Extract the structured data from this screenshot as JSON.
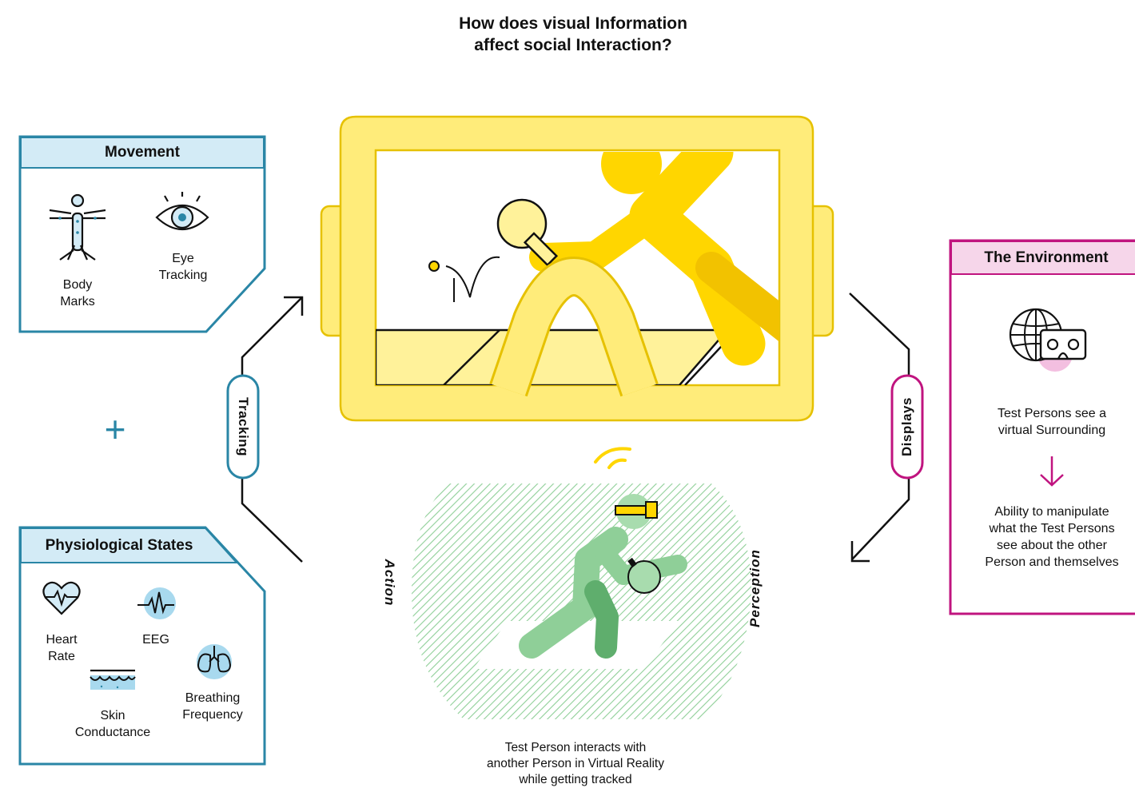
{
  "title": {
    "line1": "How does visual Information",
    "line2": "affect social Interaction?"
  },
  "movement": {
    "heading": "Movement",
    "body_marks": {
      "line1": "Body",
      "line2": "Marks",
      "icon": "body-marks-icon"
    },
    "eye_tracking": {
      "line1": "Eye",
      "line2": "Tracking",
      "icon": "eye-icon"
    }
  },
  "plus_sign": "+",
  "physiological": {
    "heading": "Physiological States",
    "heart_rate": {
      "line1": "Heart",
      "line2": "Rate",
      "icon": "heart-icon"
    },
    "eeg": {
      "label": "EEG",
      "icon": "eeg-icon"
    },
    "skin": {
      "line1": "Skin",
      "line2": "Conductance",
      "icon": "skin-icon"
    },
    "breathing": {
      "line1": "Breathing",
      "line2": "Frequency",
      "icon": "lungs-icon"
    }
  },
  "connectors": {
    "tracking": "Tracking",
    "displays": "Displays",
    "action": "Action",
    "perception": "Perception"
  },
  "environment": {
    "heading": "The Environment",
    "text1": {
      "line1": "Test Persons see a",
      "line2": "virtual Surrounding"
    },
    "text2": {
      "line1": "Ability to manipulate",
      "line2": "what the Test Persons",
      "line3": "see about the other",
      "line4": "Person and themselves"
    },
    "icon": "vr-globe-icon"
  },
  "caption": {
    "line1": "Test Person interacts with",
    "line2": "another Person in Virtual Reality",
    "line3": "while getting tracked"
  },
  "colors": {
    "blue": "#2a86a6",
    "blue_light": "#d3ebf6",
    "magenta": "#c0147f",
    "magenta_light": "#f6d6ea",
    "yellow": "#ffd600",
    "yellow_light": "#ffec7a",
    "green": "#8fcf98",
    "green_dark": "#5fae6d"
  }
}
